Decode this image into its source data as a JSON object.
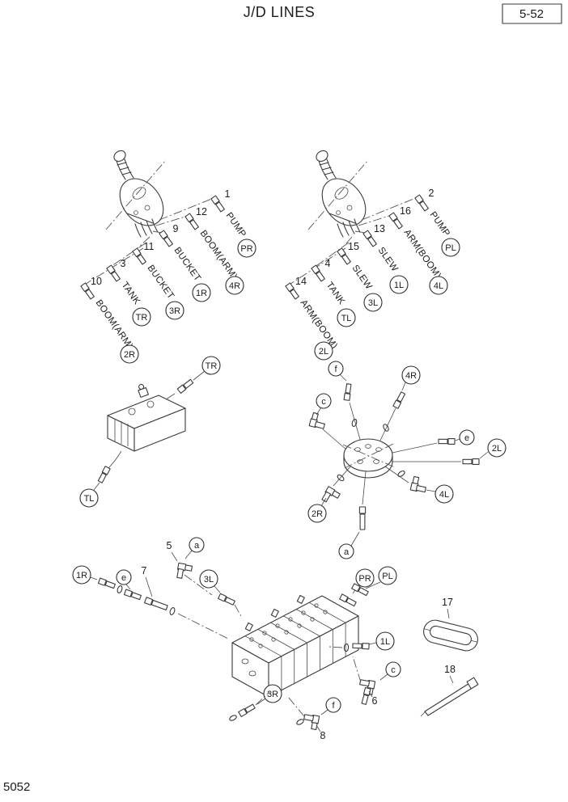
{
  "page": {
    "title": "J/D LINES",
    "page_number": "5-52",
    "doc_number": "5052"
  },
  "left_pilot_valve": {
    "callouts": [
      {
        "num": "1",
        "label": "PUMP",
        "code": "PR"
      },
      {
        "num": "12",
        "label": "BOOM(ARM)",
        "code": "4R"
      },
      {
        "num": "9",
        "label": "BUCKET",
        "code": "1R"
      },
      {
        "num": "11",
        "label": "BUCKET",
        "code": "3R"
      },
      {
        "num": "3",
        "label": "TANK",
        "code": "TR"
      },
      {
        "num": "10",
        "label": "BOOM(ARM)",
        "code": "2R"
      }
    ]
  },
  "right_pilot_valve": {
    "callouts": [
      {
        "num": "2",
        "label": "PUMP",
        "code": "PL"
      },
      {
        "num": "16",
        "label": "ARM(BOOM)",
        "code": "4L"
      },
      {
        "num": "13",
        "label": "SLEW",
        "code": "1L"
      },
      {
        "num": "15",
        "label": "SLEW",
        "code": "3L"
      },
      {
        "num": "4",
        "label": "TANK",
        "code": "TL"
      },
      {
        "num": "14",
        "label": "ARM(BOOM)",
        "code": "2L"
      }
    ]
  },
  "manifold": {
    "codes": {
      "TR": "TR",
      "TL": "TL"
    }
  },
  "junction": {
    "codes": {
      "f": "f",
      "4R": "4R",
      "c": "c",
      "e": "e",
      "2L": "2L",
      "4L": "4L",
      "2R": "2R",
      "a": "a"
    }
  },
  "control_valve": {
    "codes": {
      "1R": "1R",
      "e": "e",
      "7": "7",
      "5": "5",
      "a": "a",
      "3L": "3L",
      "PR": "PR",
      "PL": "PL",
      "1L": "1L",
      "c": "c",
      "6": "6",
      "3R": "3R",
      "f": "f",
      "8": "8",
      "17": "17",
      "18": "18"
    }
  }
}
